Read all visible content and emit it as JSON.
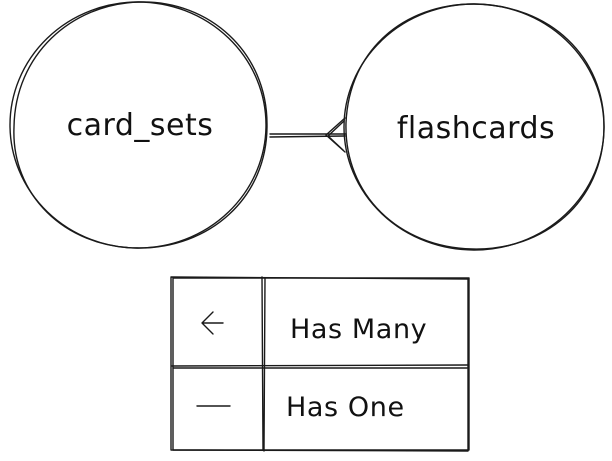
{
  "diagram": {
    "entities": [
      {
        "id": "card_sets",
        "label": "card_sets"
      },
      {
        "id": "flashcards",
        "label": "flashcards"
      }
    ],
    "relationship": {
      "from": "card_sets",
      "to": "flashcards",
      "type": "has-many",
      "arrow_icon": "crowfoot-many-icon"
    },
    "legend": {
      "rows": [
        {
          "symbol": "←",
          "symbol_icon": "arrow-left-icon",
          "label": "Has Many"
        },
        {
          "symbol": "—",
          "symbol_icon": "line-icon",
          "label": "Has One"
        }
      ]
    }
  }
}
